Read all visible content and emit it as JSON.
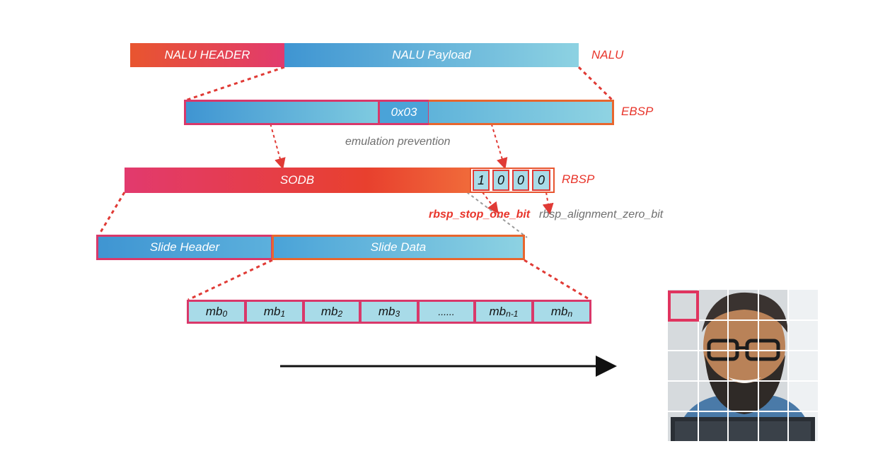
{
  "nalu": {
    "header_label": "NALU HEADER",
    "payload_label": "NALU Payload",
    "side_label": "NALU"
  },
  "ebsp": {
    "hex_label": "0x03",
    "side_label": "EBSP",
    "note": "emulation prevention"
  },
  "rbsp": {
    "sodb_label": "SODB",
    "bits": [
      "1",
      "0",
      "0",
      "0"
    ],
    "side_label": "RBSP",
    "stop_bit_label": "rbsp_stop_one_bit",
    "alignment_label": "rbsp_alignment_zero_bit"
  },
  "slice": {
    "header_label": "Slide Header",
    "data_label": "Slide Data"
  },
  "macroblocks": [
    {
      "base": "mb",
      "sub": "0"
    },
    {
      "base": "mb",
      "sub": "1"
    },
    {
      "base": "mb",
      "sub": "2"
    },
    {
      "base": "mb",
      "sub": "3"
    },
    {
      "base": "......",
      "sub": ""
    },
    {
      "base": "mb",
      "sub": "n-1"
    },
    {
      "base": "mb",
      "sub": "n"
    }
  ],
  "colors": {
    "accent_red": "#e8352b",
    "border_pink": "#d9386a",
    "blue_light": "#a8dbe8",
    "blue_mid": "#4aa3d8"
  }
}
